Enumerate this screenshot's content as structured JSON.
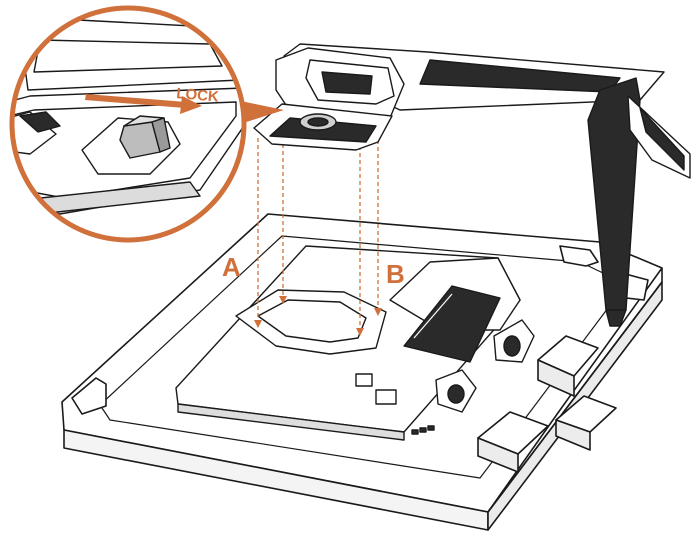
{
  "labels": {
    "lock": "LOCK",
    "point_a": "A",
    "point_b": "B"
  },
  "colors": {
    "accent": "#d0703a",
    "line": "#1a1a1a",
    "fill_light": "#ffffff",
    "fill_mid": "#cfcfcf",
    "fill_dark": "#2a2a2a"
  }
}
